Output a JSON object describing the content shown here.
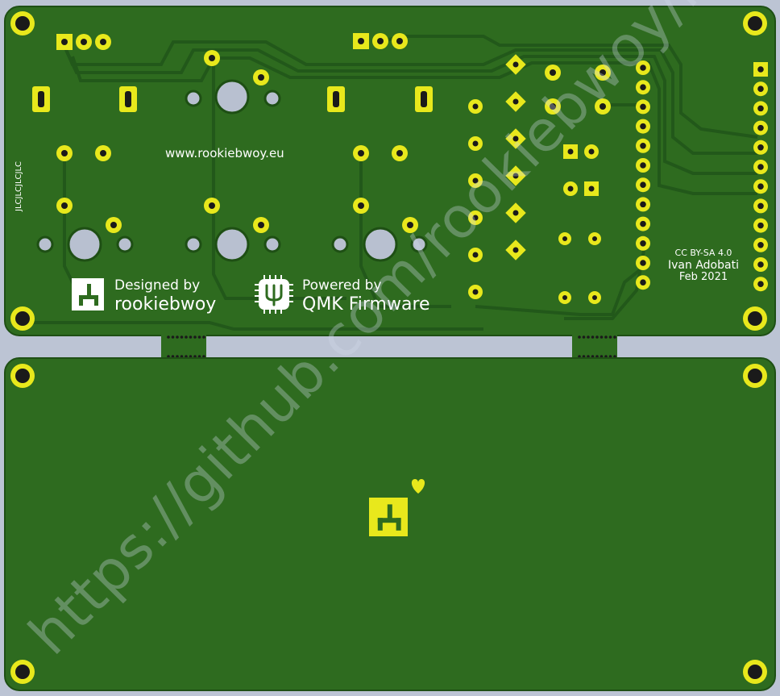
{
  "colors": {
    "background": "#bcc4d4",
    "board": "#2e6b1f",
    "board_edge": "#1e4f14",
    "trace": "#22581a",
    "pad": "#e8e81c",
    "silkscreen": "#ffffff",
    "watermark": "rgba(210,220,235,0.33)"
  },
  "top_board": {
    "url": "www.rookiebwoy.eu",
    "side_text": "JLCJLCJLCJLC",
    "designed_by": {
      "line1": "Designed by",
      "line2": "rookiebwoy",
      "icon": "rookiebwoy-logo-icon"
    },
    "powered_by": {
      "line1": "Powered by",
      "line2": "QMK Firmware",
      "icon": "qmk-logo-icon"
    },
    "credits": {
      "license": "CC BY-SA 4.0",
      "author": "Ivan Adobati",
      "date": "Feb 2021"
    }
  },
  "bottom_board": {
    "logo_icon": "rookiebwoy-logo-icon",
    "heart_icon": "heart-icon"
  },
  "watermark": "https://github.com/rookiebwoy/neopad"
}
